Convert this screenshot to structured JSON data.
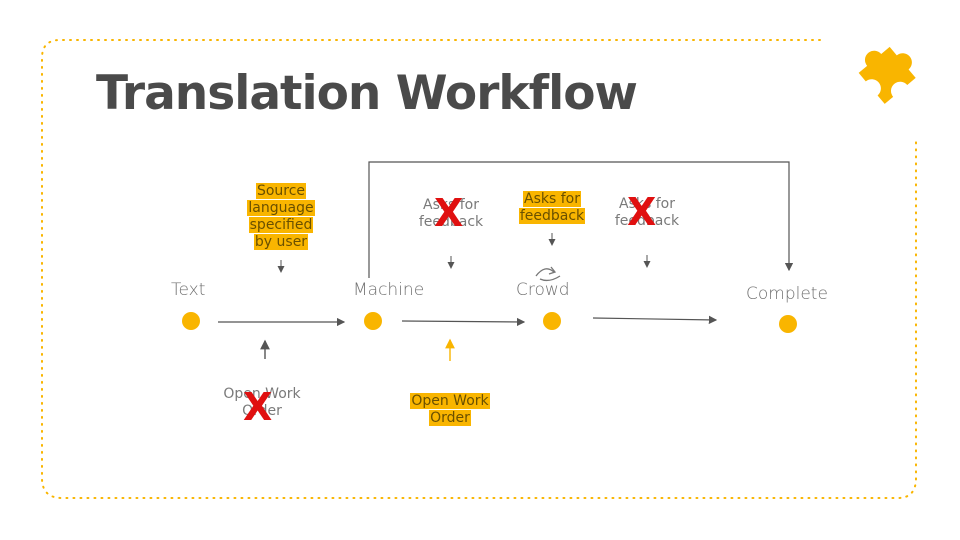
{
  "slide": {
    "title": "Translation Workflow",
    "accent_color": "#f9b500",
    "icon": "puzzle-piece-icon"
  },
  "nodes": [
    {
      "label": "Text"
    },
    {
      "label": "Machine"
    },
    {
      "label": "Crowd"
    },
    {
      "label": "Complete"
    }
  ],
  "notes": {
    "source_language": {
      "lines": [
        "Source",
        "language",
        "specified",
        "by user"
      ],
      "highlighted": true
    },
    "machine_feedback": {
      "lines": [
        "Asks for",
        "feedback"
      ],
      "crossed_out": true
    },
    "crowd_feedback": {
      "lines": [
        "Asks for",
        "feedback"
      ],
      "highlighted": true
    },
    "complete_feedback": {
      "lines": [
        "Asks for",
        "feedback"
      ],
      "crossed_out": true
    },
    "text_work_order": {
      "lines": [
        "Open Work",
        "Order"
      ],
      "crossed_out": true
    },
    "machine_work_order": {
      "lines": [
        "Open Work",
        "Order"
      ],
      "highlighted": true
    }
  },
  "cross_mark": "X",
  "recycle_icon": "refresh-icon"
}
